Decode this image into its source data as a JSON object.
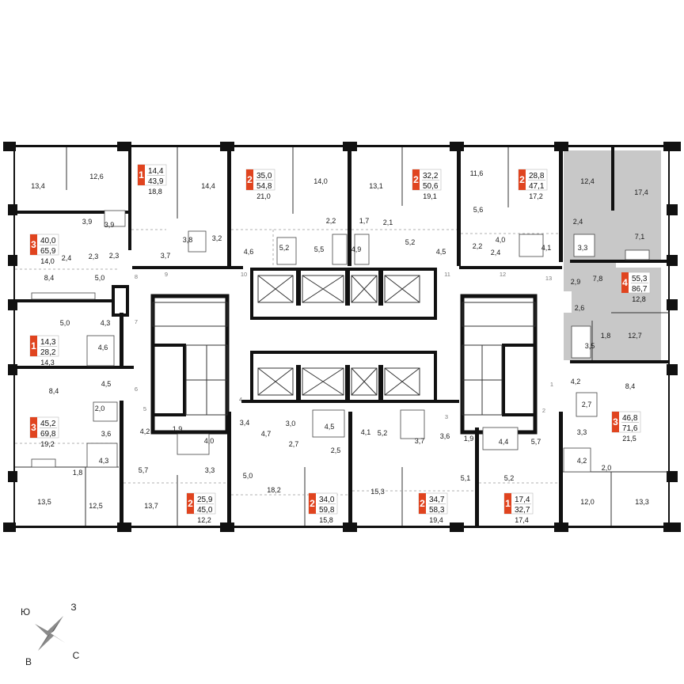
{
  "colors": {
    "accent": "#e0441f",
    "selected_fill": "#c8c8c8",
    "wall": "#111111"
  },
  "apartments": [
    {
      "rooms": "1",
      "total": "14,4",
      "living": "43,9",
      "kitchen": "18,8",
      "selected": false
    },
    {
      "rooms": "2",
      "total": "35,0",
      "living": "54,8",
      "kitchen": "21,0",
      "selected": false
    },
    {
      "rooms": "2",
      "total": "32,2",
      "living": "50,6",
      "kitchen": "19,1",
      "selected": false
    },
    {
      "rooms": "2",
      "total": "28,8",
      "living": "47,1",
      "kitchen": "17,2",
      "selected": false
    },
    {
      "rooms": "3",
      "total": "40,0",
      "living": "65,9",
      "kitchen": "14,0",
      "selected": false
    },
    {
      "rooms": "4",
      "total": "55,3",
      "living": "86,7",
      "kitchen": "12,8",
      "selected": true
    },
    {
      "rooms": "1",
      "total": "14,3",
      "living": "28,2",
      "kitchen": "14,3",
      "selected": false
    },
    {
      "rooms": "3",
      "total": "45,2",
      "living": "69,8",
      "kitchen": "19,2",
      "selected": false
    },
    {
      "rooms": "3",
      "total": "46,8",
      "living": "71,6",
      "kitchen": "21,5",
      "selected": false
    },
    {
      "rooms": "2",
      "total": "25,9",
      "living": "45,0",
      "kitchen": "12,2",
      "selected": false
    },
    {
      "rooms": "2",
      "total": "34,0",
      "living": "59,8",
      "kitchen": "15,8",
      "selected": false
    },
    {
      "rooms": "2",
      "total": "34,7",
      "living": "58,3",
      "kitchen": "19,4",
      "selected": false
    },
    {
      "rooms": "1",
      "total": "17,4",
      "living": "32,7",
      "kitchen": "17,4",
      "selected": false
    }
  ],
  "room_areas": [
    "13,4",
    "12,6",
    "14,4",
    "14,0",
    "13,1",
    "11,6",
    "12,4",
    "17,4",
    "3,9",
    "3,9",
    "2,3",
    "2,2",
    "1,7",
    "2,1",
    "5,6",
    "2,4",
    "7,1",
    "3,8",
    "3,2",
    "4,6",
    "5,2",
    "5,5",
    "4,9",
    "5,2",
    "4,5",
    "2,2",
    "4,0",
    "2,4",
    "4,1",
    "3,3",
    "2,4",
    "2,3",
    "3,7",
    "8,4",
    "5,0",
    "2,9",
    "7,8",
    "5,0",
    "4,3",
    "2,6",
    "4,6",
    "3,5",
    "1,8",
    "12,7",
    "8,4",
    "4,5",
    "4,2",
    "8,4",
    "2,0",
    "2,7",
    "3,6",
    "4,2",
    "1,9",
    "4,0",
    "3,4",
    "3,0",
    "4,5",
    "4,1",
    "5,2",
    "3,7",
    "3,6",
    "1,9",
    "4,4",
    "5,7",
    "3,3",
    "4,7",
    "2,7",
    "2,5",
    "4,3",
    "5,7",
    "3,3",
    "5,0",
    "5,1",
    "5,2",
    "4,2",
    "2,0",
    "1,8",
    "13,5",
    "12,5",
    "13,7",
    "18,2",
    "15,3",
    "12,0",
    "13,3"
  ],
  "door_numbers": [
    "7",
    "8",
    "9",
    "10",
    "11",
    "12",
    "13",
    "6",
    "5",
    "4",
    "3",
    "2",
    "1"
  ],
  "compass": {
    "north": "З",
    "south": "С",
    "west": "Ю",
    "east": "В"
  }
}
